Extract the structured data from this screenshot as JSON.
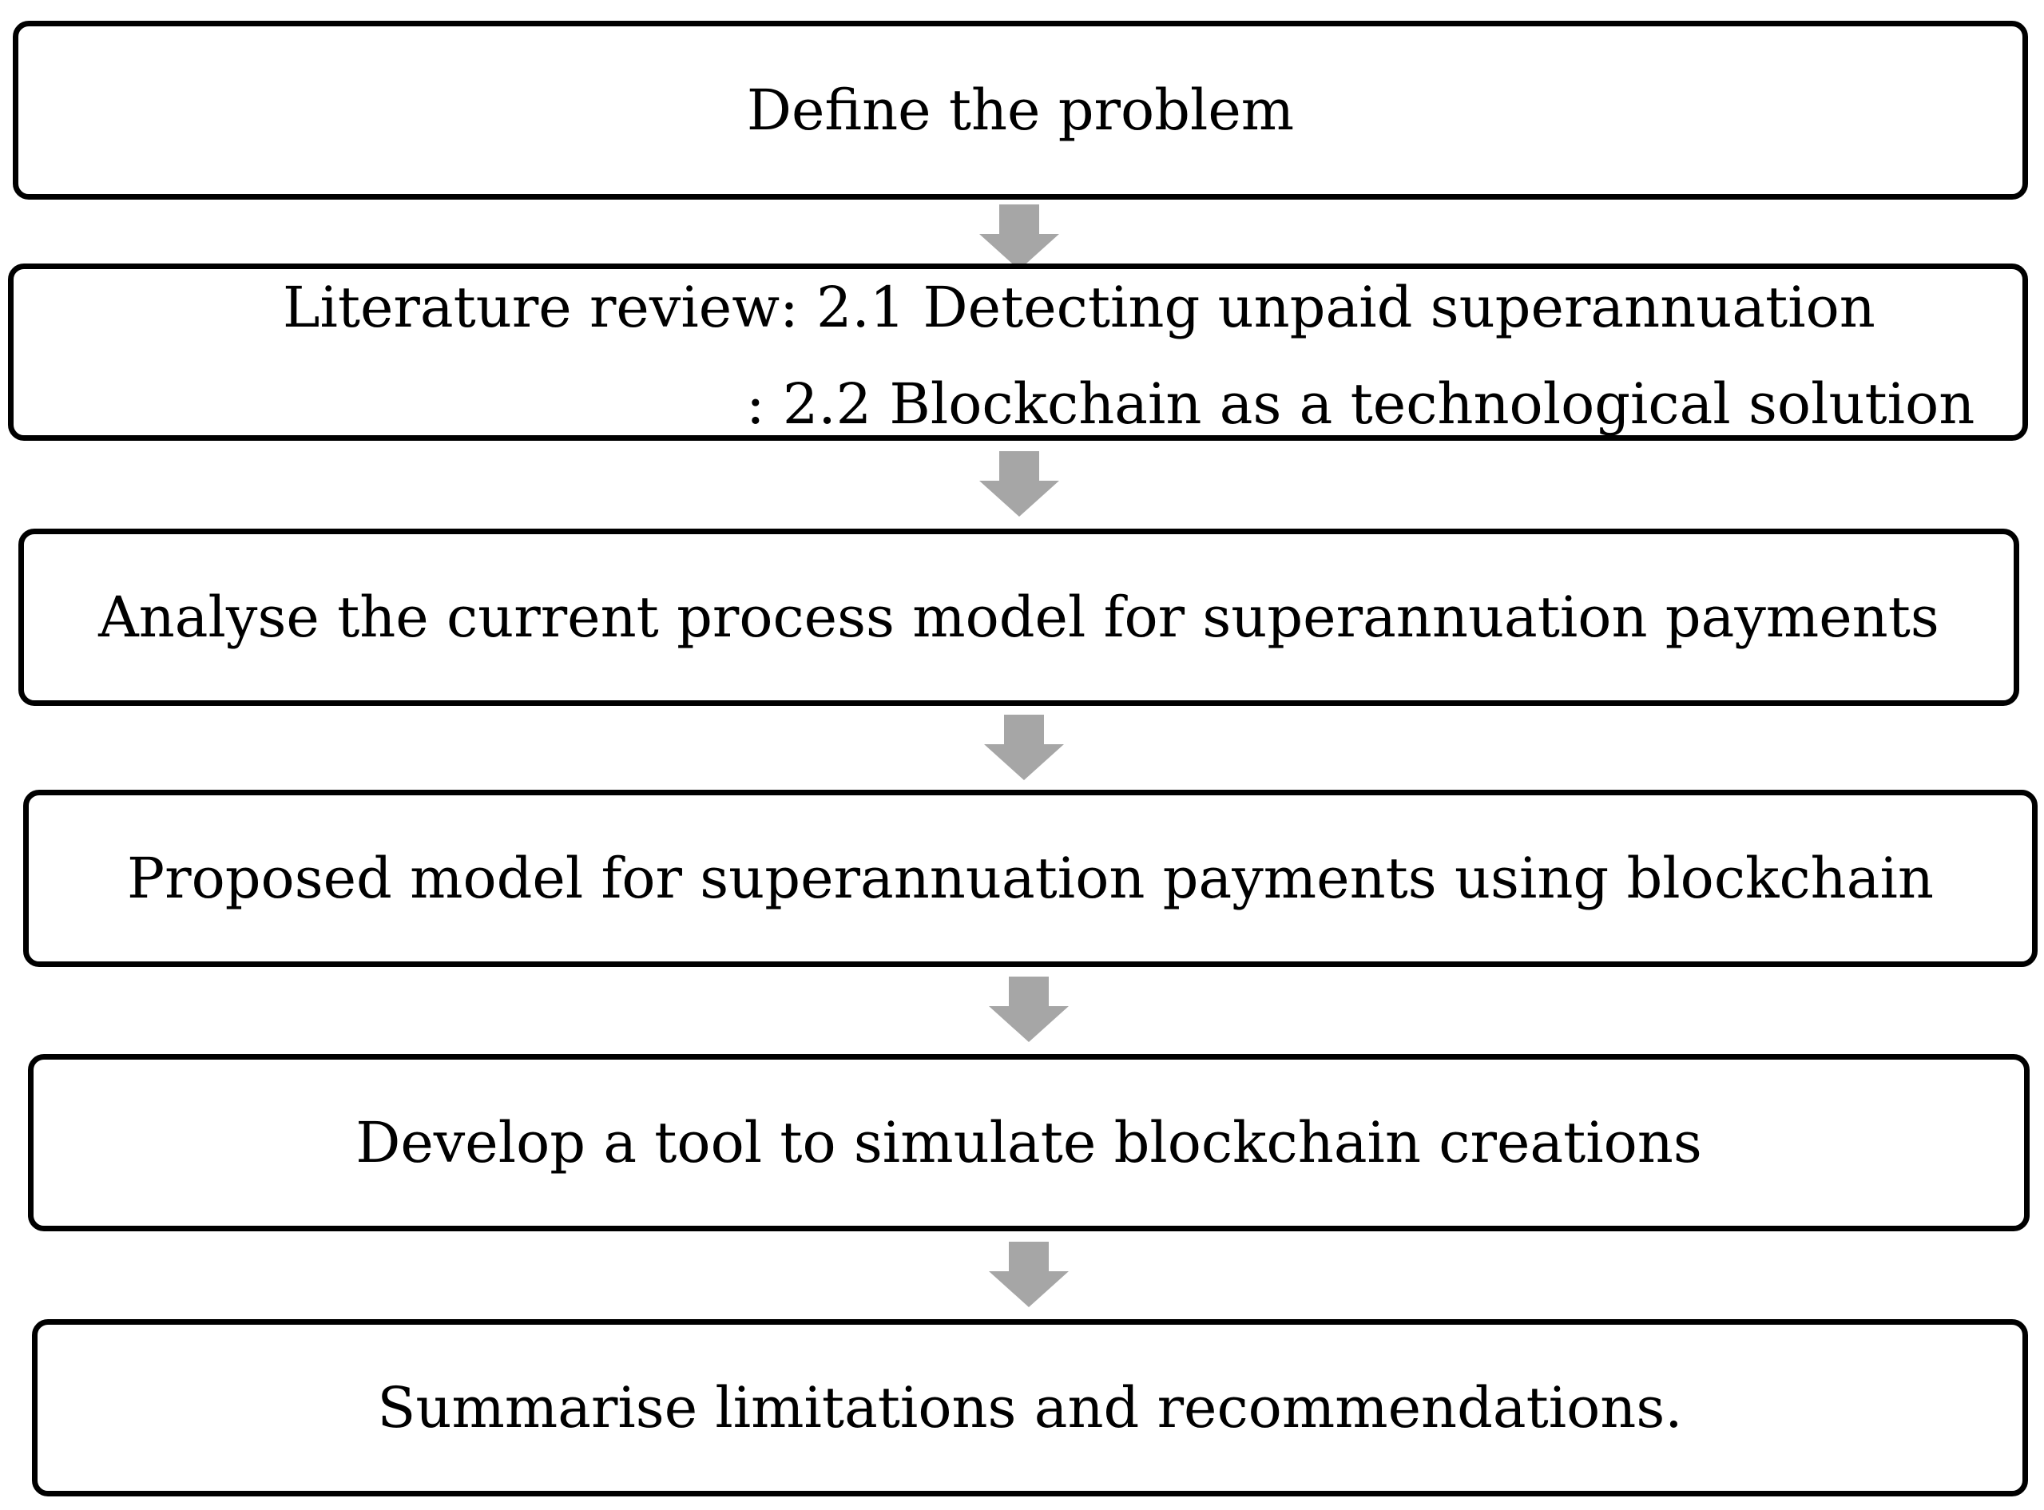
{
  "diagram": {
    "steps": [
      {
        "label": "Define the problem"
      },
      {
        "label_line1": "Literature review: 2.1 Detecting unpaid superannuation",
        "label_line2": ": 2.2 Blockchain as a technological solution"
      },
      {
        "label": "Analyse the current process model for superannuation payments"
      },
      {
        "label": "Proposed model for superannuation payments using blockchain"
      },
      {
        "label": "Develop a tool to simulate blockchain creations"
      },
      {
        "label": "Summarise limitations and recommendations."
      }
    ],
    "arrow_color": "#a6a6a6",
    "border_color": "#000000"
  }
}
